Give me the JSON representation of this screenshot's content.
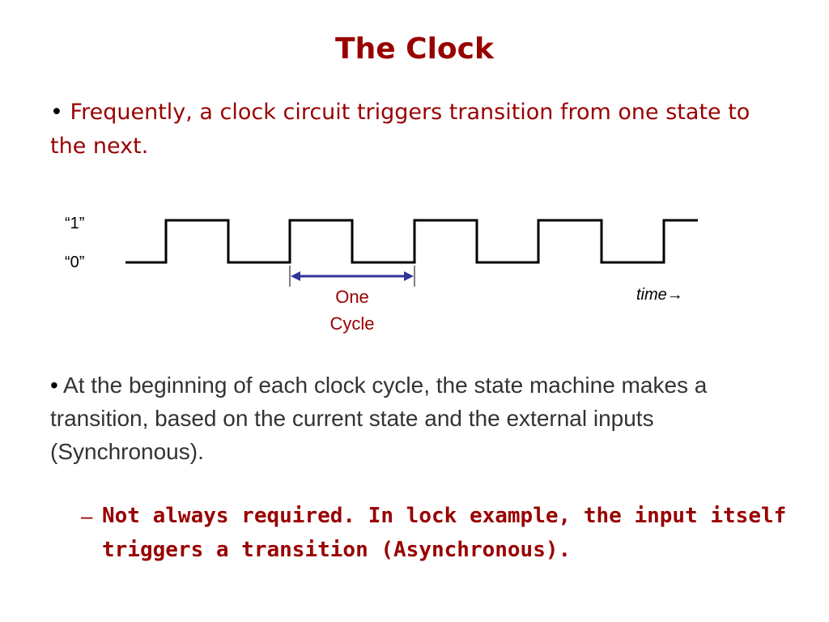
{
  "title": "The Clock",
  "bullets": [
    {
      "marker": "•",
      "text": "Frequently, a clock circuit triggers transition from one state to the next."
    },
    {
      "marker": "•",
      "text_part1": "At the beginning of each clock cycle, the state machine makes a transition, based on the current state and the external inputs (Synchronous)."
    }
  ],
  "sub_bullet": {
    "marker": "–",
    "text": "Not always required.  In lock example, the input itself triggers a transition (Asynchronous)."
  },
  "diagram": {
    "label_high": "“1”",
    "label_low": "“0”",
    "cycle_line1": "One",
    "cycle_line2": "Cycle",
    "time_label": "time",
    "time_arrow": "→",
    "colors": {
      "signal": "#000000",
      "arrow": "#333399",
      "text": "#990000"
    }
  }
}
